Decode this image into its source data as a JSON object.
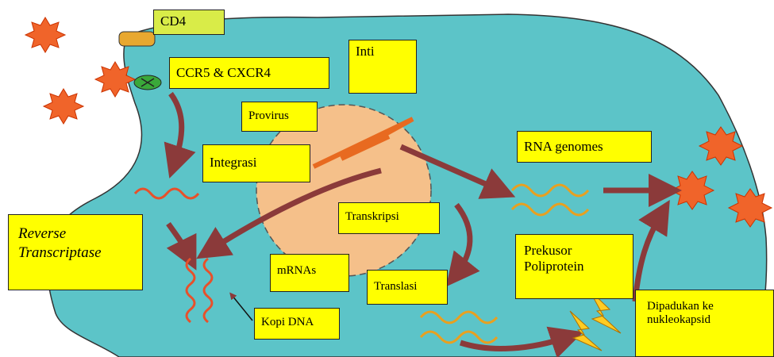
{
  "labels": {
    "cd4": "CD4",
    "ccr5": "CCR5 & CXCR4",
    "inti": "Inti",
    "provirus": "Provirus",
    "integrasi": "Integrasi",
    "transkripsi": "Transkripsi",
    "mrnas": "mRNAs",
    "translasi": "Translasi",
    "kopi_dna": "Kopi DNA",
    "rna_genomes": "RNA genomes",
    "reverse_transcriptase": [
      "Reverse",
      "Transcriptase"
    ],
    "prekusor": [
      "Prekusor",
      "Poliprotein"
    ],
    "dipadukan": [
      "Dipadukan ke",
      "nukleokapsid"
    ]
  },
  "colors": {
    "cell": "#5cc4c8",
    "nucleus": "#f5c08a",
    "label_box": "#ffff00",
    "virus": "#f0642a",
    "arrow": "#8b3a3a",
    "receptor_green": "#3aa83a",
    "cd4_receptor": "#e8a830"
  }
}
